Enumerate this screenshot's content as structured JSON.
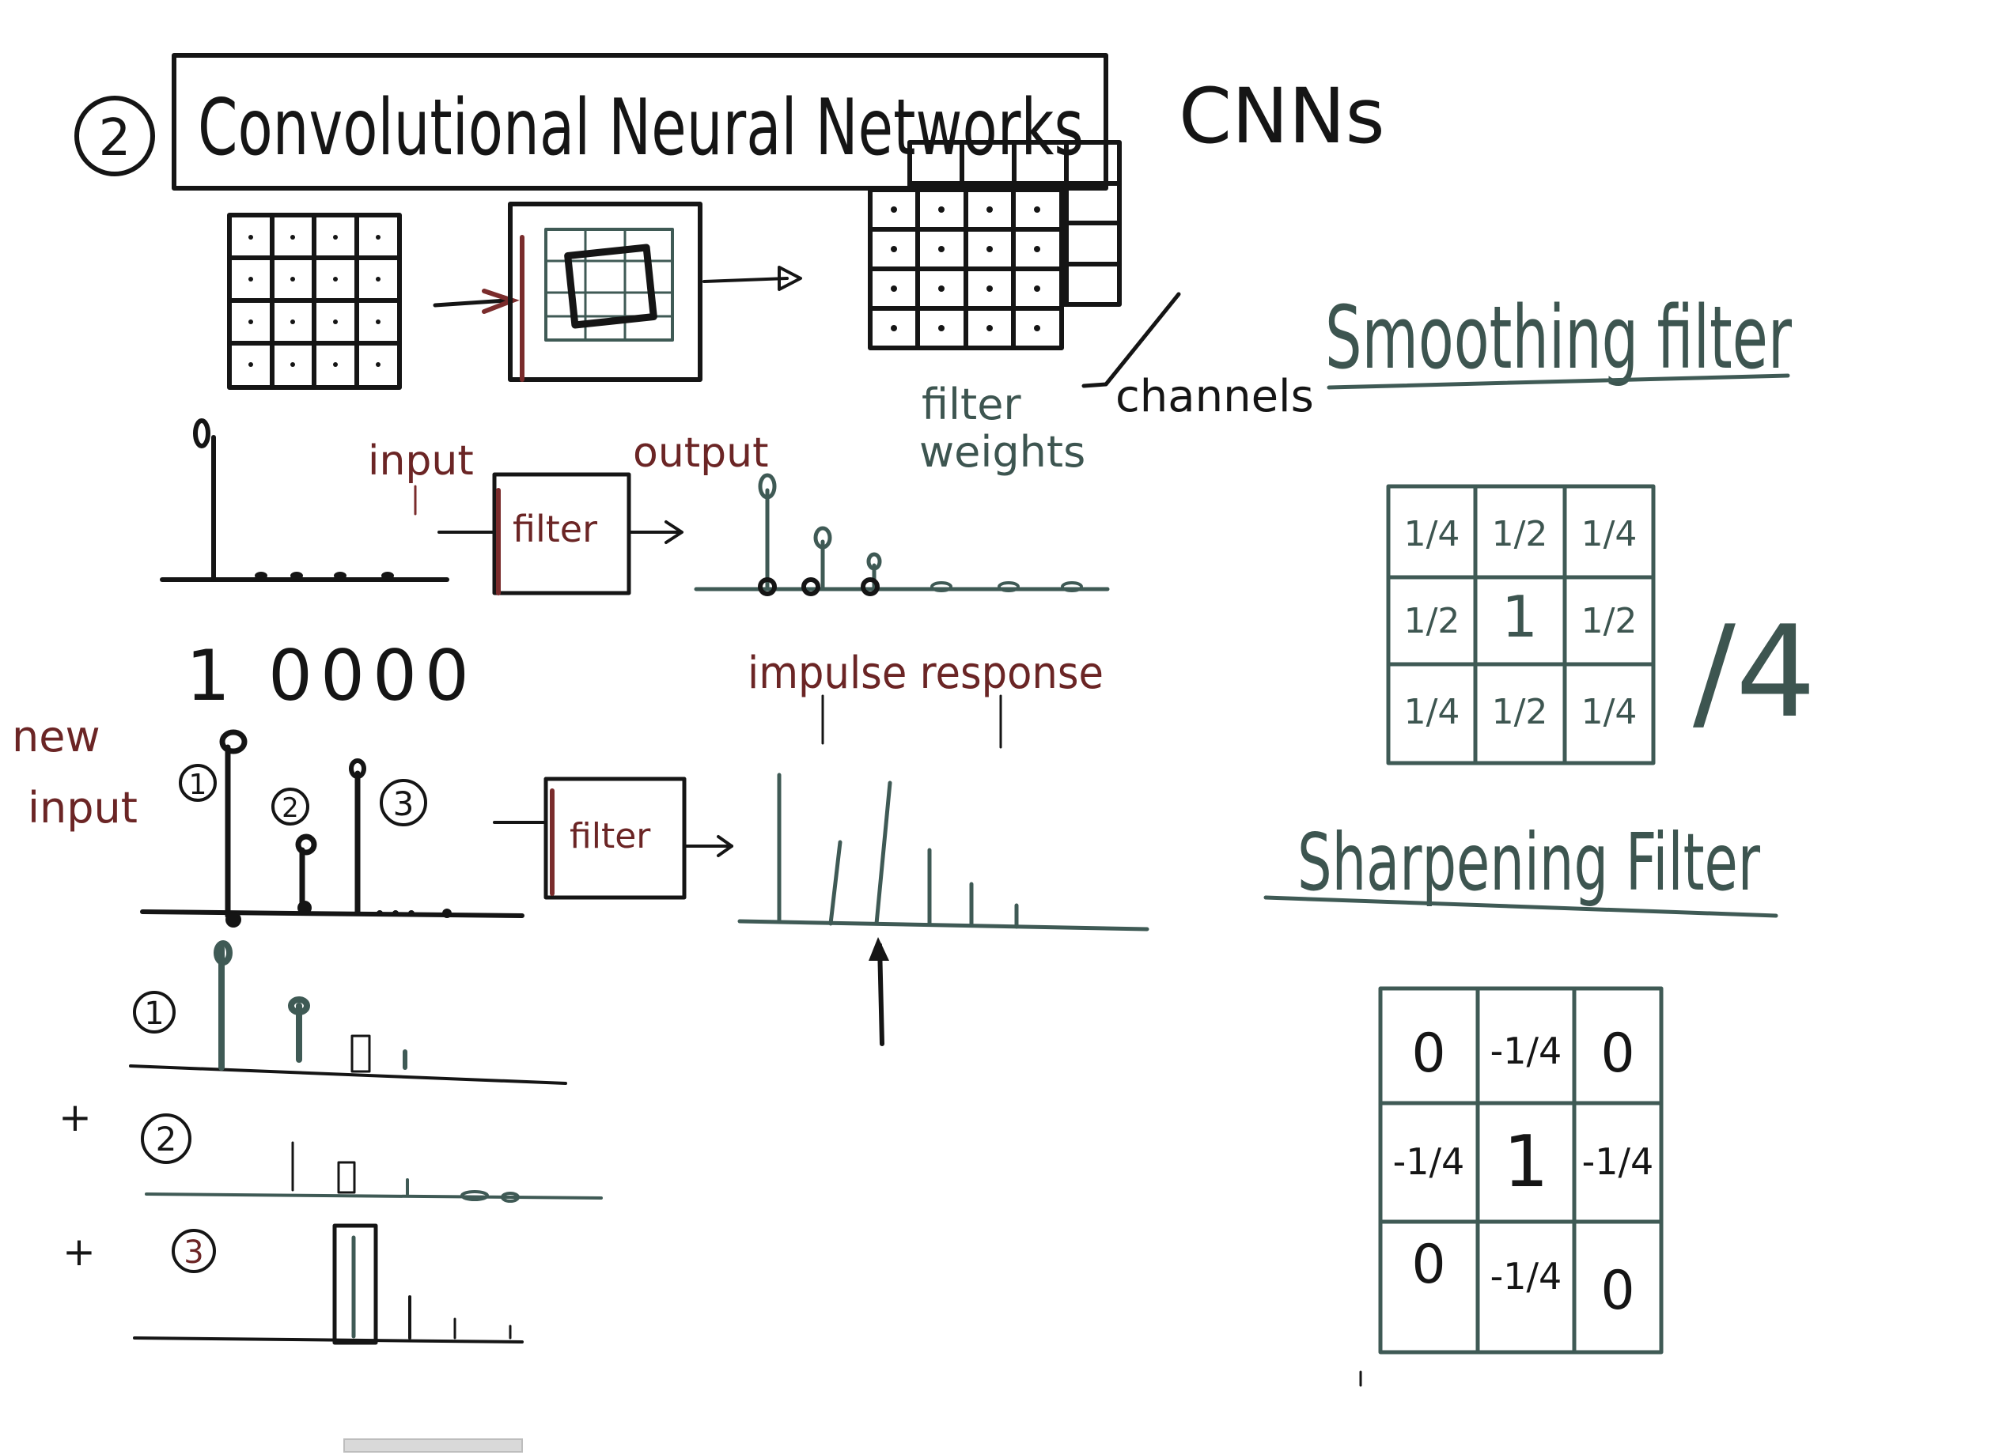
{
  "header": {
    "number": "2",
    "title": "Convolutional Neural Networks",
    "acronym": "CNNs"
  },
  "top_diagram": {
    "annotation_filter": "filter",
    "annotation_weights": "weights",
    "annotation_channels": "channels"
  },
  "impulse_row": {
    "input_label": "input",
    "output_label": "output",
    "filter_box_label": "filter",
    "sequence": "1 0000",
    "response_label": "impulse response"
  },
  "new_input_row": {
    "label_line1": "new",
    "label_line2": "input",
    "markers": [
      "1",
      "2",
      "3"
    ],
    "filter_box_label": "filter"
  },
  "decomposition": {
    "markers": [
      "1",
      "2",
      "3"
    ],
    "operators": [
      "+",
      "+"
    ]
  },
  "smoothing": {
    "title": "Smoothing filter",
    "matrix": [
      [
        "1/4",
        "1/2",
        "1/4"
      ],
      [
        "1/2",
        "1",
        "1/2"
      ],
      [
        "1/4",
        "1/2",
        "1/4"
      ]
    ],
    "divisor": "/4"
  },
  "sharpening": {
    "title": "Sharpening Filter",
    "matrix": [
      [
        "0",
        "-1/4",
        "0"
      ],
      [
        "-1/4",
        "1",
        "-1/4"
      ],
      [
        "0",
        "-1/4",
        "0"
      ]
    ]
  }
}
